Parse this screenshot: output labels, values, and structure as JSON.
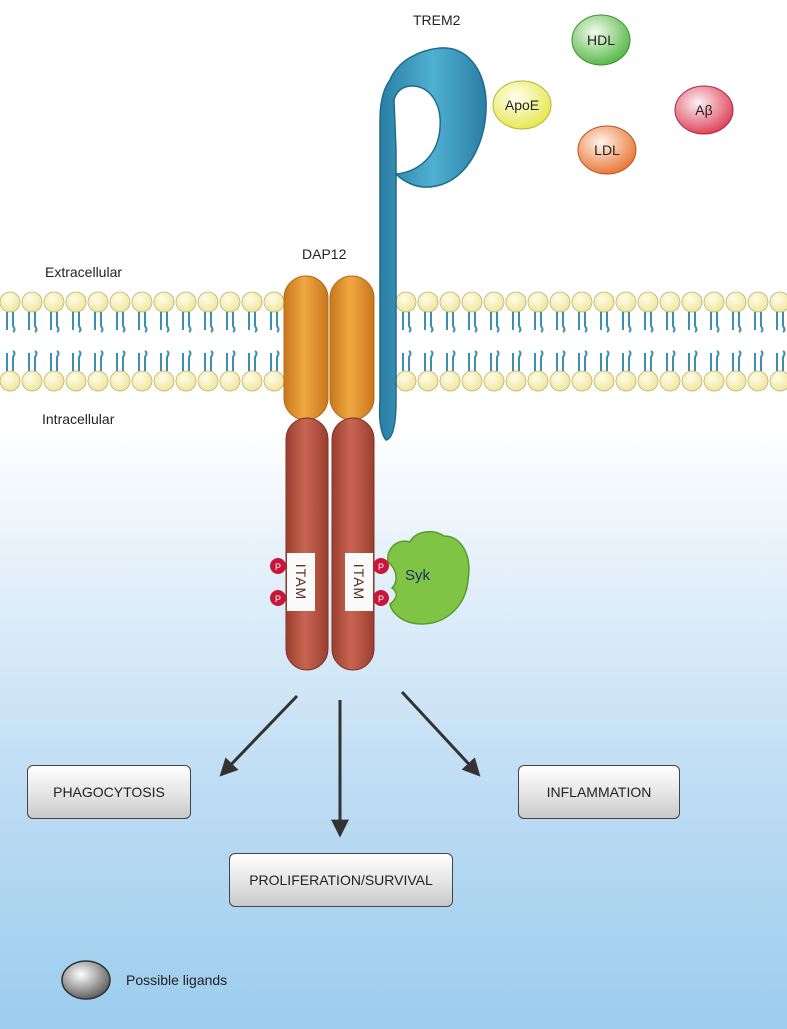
{
  "labels": {
    "trem2": "TREM2",
    "dap12": "DAP12",
    "extracellular": "Extracellular",
    "intracellular": "Intracellular",
    "itam": "ITAM",
    "syk": "Syk",
    "phospho": "P"
  },
  "ligands": [
    {
      "id": "hdl",
      "label": "HDL",
      "color": "#5cbf4a"
    },
    {
      "id": "apoe",
      "label": "ApoE",
      "color": "#eded5a"
    },
    {
      "id": "abeta",
      "label": "Aβ",
      "color": "#e0485e"
    },
    {
      "id": "ldl",
      "label": "LDL",
      "color": "#ec7a3e"
    }
  ],
  "outcomes": {
    "phagocytosis": "PHAGOCYTOSIS",
    "proliferation": "PROLIFERATION/SURVIVAL",
    "inflammation": "INFLAMMATION"
  },
  "legend": {
    "text": "Possible ligands"
  },
  "colors": {
    "trem2": "#3a9bbf",
    "dap12_tm": "#e0922c",
    "dap12_cyto": "#b9533f",
    "syk": "#7fc444",
    "phospho": "#c8163a",
    "lipid_head": "#fbf6c0",
    "lipid_tail": "#3d8fb2"
  }
}
